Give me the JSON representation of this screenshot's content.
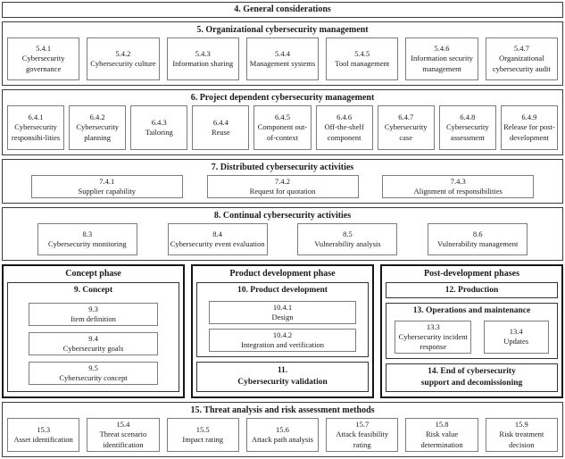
{
  "sections": {
    "s4": {
      "title": "4. General considerations"
    },
    "s5": {
      "title": "5. Organizational cybersecurity management",
      "items": [
        {
          "num": "5.4.1",
          "label": "Cybersecurity governance"
        },
        {
          "num": "5.4.2",
          "label": "Cybersecurity culture"
        },
        {
          "num": "5.4.3",
          "label": "Information sharing"
        },
        {
          "num": "5.4.4",
          "label": "Management systems"
        },
        {
          "num": "5.4.5",
          "label": "Tool management"
        },
        {
          "num": "5.4.6",
          "label": "Information security management"
        },
        {
          "num": "5.4.7",
          "label": "Organizational cybersecurity audit"
        }
      ]
    },
    "s6": {
      "title": "6. Project dependent cybersecurity management",
      "items": [
        {
          "num": "6.4.1",
          "label": "Cybersecurity responsibi-lities"
        },
        {
          "num": "6.4.2",
          "label": "Cybersecurity planning"
        },
        {
          "num": "6.4.3",
          "label": "Tailoring"
        },
        {
          "num": "6.4.4",
          "label": "Reuse"
        },
        {
          "num": "6.4.5",
          "label": "Component out-of-context"
        },
        {
          "num": "6.4.6",
          "label": "Off-the-shelf component"
        },
        {
          "num": "6.4.7",
          "label": "Cybersecurity case"
        },
        {
          "num": "6.4.8",
          "label": "Cybersecurity assessment"
        },
        {
          "num": "6.4.9",
          "label": "Release for post-development"
        }
      ]
    },
    "s7": {
      "title": "7. Distributed cybersecurity activities",
      "items": [
        {
          "num": "7.4.1",
          "label": "Supplier capability"
        },
        {
          "num": "7.4.2",
          "label": "Request for quotation"
        },
        {
          "num": "7.4.3",
          "label": "Alignment of responsibilities"
        }
      ]
    },
    "s8": {
      "title": "8. Continual cybersecurity activities",
      "items": [
        {
          "num": "8.3",
          "label": "Cybersecurity monitoring"
        },
        {
          "num": "8.4",
          "label": "Cybersecurity event evaluation"
        },
        {
          "num": "8.5",
          "label": "Vulnerability analysis"
        },
        {
          "num": "8.6",
          "label": "Vulnerability management"
        }
      ]
    },
    "phases": {
      "concept": {
        "title": "Concept phase",
        "group": {
          "title": "9. Concept",
          "items": [
            {
              "num": "9.3",
              "label": "Item definition"
            },
            {
              "num": "9.4",
              "label": "Cybersecurity goals"
            },
            {
              "num": "9.5",
              "label": "Cybersecurity concept"
            }
          ]
        }
      },
      "product": {
        "title": "Product development phase",
        "group": {
          "title": "10. Product development",
          "items": [
            {
              "num": "10.4.1",
              "label": "Design"
            },
            {
              "num": "10.4.2",
              "label": "Integration and verification"
            }
          ]
        },
        "validation": {
          "num": "11.",
          "label": "Cybersecurity validation"
        }
      },
      "post": {
        "title": "Post-development phases",
        "production": {
          "title": "12. Production"
        },
        "operations": {
          "title": "13. Operations and maintenance",
          "items": [
            {
              "num": "13.3",
              "label": "Cybersecurity incident response"
            },
            {
              "num": "13.4",
              "label": "Updates"
            }
          ]
        },
        "end": {
          "lines": [
            "14. End of cybersecurity",
            "support and decomissioning"
          ]
        }
      }
    },
    "s15": {
      "title": "15. Threat analysis and risk assessment methods",
      "items": [
        {
          "num": "15.3",
          "label": "Asset identification"
        },
        {
          "num": "15.4",
          "label": "Threat scenario identification"
        },
        {
          "num": "15.5",
          "label": "Impact rating"
        },
        {
          "num": "15.6",
          "label": "Attack path analysis"
        },
        {
          "num": "15.7",
          "label": "Attack feasibility rating"
        },
        {
          "num": "15.8",
          "label": "Risk value determination"
        },
        {
          "num": "15.9",
          "label": "Risk treatment decision"
        }
      ]
    }
  }
}
